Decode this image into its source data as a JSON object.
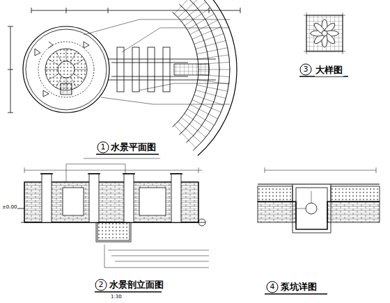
{
  "diagram": {
    "nodes": [
      {
        "text": [
          "1"
        ]
      },
      {
        "text": [
          "2"
        ]
      },
      {
        "text": [
          "3"
        ]
      },
      {
        "text": [
          "4"
        ]
      }
    ],
    "labels": [
      "水景平面图",
      "大样图",
      "水景剖立面图",
      "泵坑详图",
      "1:30",
      "±0.00"
    ]
  }
}
